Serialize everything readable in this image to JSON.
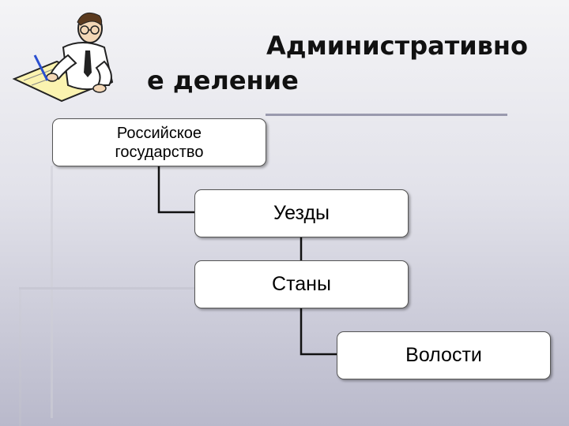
{
  "slide": {
    "title_line1": "Административно",
    "title_line2": "е деление"
  },
  "diagram": {
    "nodes": [
      {
        "id": "root",
        "label_line1": "Российское",
        "label_line2": "государство"
      },
      {
        "id": "uezdy",
        "label": "Уезды"
      },
      {
        "id": "stany",
        "label": "Станы"
      },
      {
        "id": "volosti",
        "label": "Волости"
      }
    ],
    "edges": [
      {
        "from": "root",
        "to": "uezdy"
      },
      {
        "from": "uezdy",
        "to": "stany"
      },
      {
        "from": "stany",
        "to": "volosti"
      }
    ]
  },
  "illustration": {
    "icon": "writing-man-icon"
  }
}
